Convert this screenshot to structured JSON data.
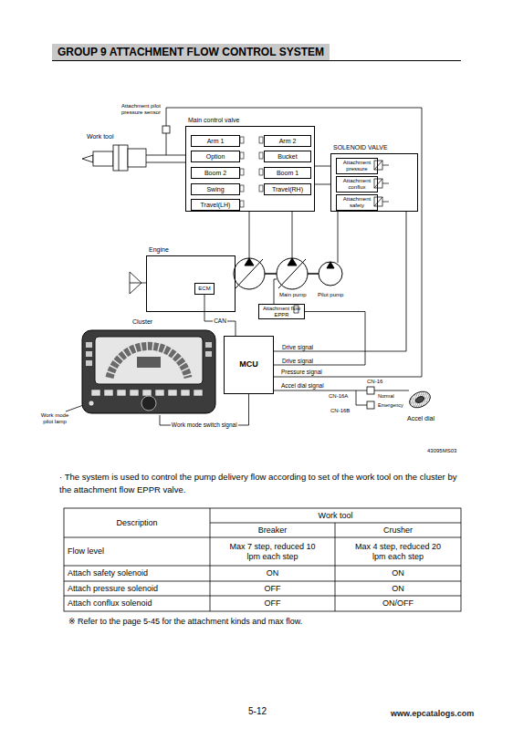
{
  "diagram": {
    "title": "GROUP 9 ATTACHMENT FLOW CONTROL SYSTEM",
    "nodes": [
      {
        "text": [
          "Main control valve"
        ]
      },
      {
        "text": [
          "Arm 1"
        ],
        "in": 0
      },
      {
        "text": [
          "Option"
        ],
        "in": 0
      },
      {
        "text": [
          "Boom 2"
        ],
        "in": 0
      },
      {
        "text": [
          "Swing"
        ],
        "in": 0
      },
      {
        "text": [
          "Travel(LH)"
        ],
        "in": 0
      },
      {
        "text": [
          "Arm 2"
        ],
        "in": 0
      },
      {
        "text": [
          "Bucket"
        ],
        "in": 0
      },
      {
        "text": [
          "Boom 1"
        ],
        "in": 0
      },
      {
        "text": [
          "Travel(RH)"
        ],
        "in": 0
      },
      {
        "text": [
          "SOLENOID VALVE"
        ]
      },
      {
        "text": [
          "Attachment pressure"
        ],
        "in": 10
      },
      {
        "text": [
          "Attachment conflux"
        ],
        "in": 10
      },
      {
        "text": [
          "Attachment safety"
        ],
        "in": 10
      },
      {
        "text": [
          "Engine"
        ]
      },
      {
        "text": [
          "ECM"
        ],
        "in": 14
      },
      {
        "text": [
          "Attachment flow EPPR"
        ]
      },
      {
        "text": [
          "Cluster"
        ]
      },
      {
        "text": [
          "MCU"
        ]
      }
    ],
    "edges": [
      {
        "from": 15,
        "to": 18,
        "arrow": "none",
        "label": "CAN"
      },
      {
        "from": 17,
        "to": 18,
        "arrow": "none",
        "label": "Work mode switch signal"
      },
      {
        "from": 18,
        "to": 10,
        "arrow": "none",
        "label": "Drive signal"
      },
      {
        "from": 18,
        "to": 16,
        "arrow": "none",
        "label": "Drive signal"
      }
    ],
    "labels": [
      "Attachment pilot pressure sensor",
      "Work tool",
      "Main pump",
      "Pilot pump",
      "Pressure signal",
      "Accel dial signal",
      "CN-16A",
      "CN-16",
      "Normal",
      "CN-16B",
      "Emergency",
      "Accel dial",
      "Work mode pilot lamp",
      "43095MS03",
      "· The system is used to control the pump delivery flow according to set of the work tool on the cluster by the attachment flow EPPR valve.",
      "Description",
      "Work tool",
      "Breaker",
      "Crusher",
      "Flow level",
      "Max 7 step, reduced 10 lpm each step",
      "Max 4 step, reduced 20 lpm each step",
      "Attach safety solenoid",
      "ON",
      "ON",
      "Attach pressure solenoid",
      "OFF",
      "ON",
      "Attach conflux solenoid",
      "OFF",
      "ON/OFF",
      "※ Refer to the page 5-45 for the attachment kinds and max flow.",
      "5-12",
      "www.epcatalogs.com"
    ]
  }
}
